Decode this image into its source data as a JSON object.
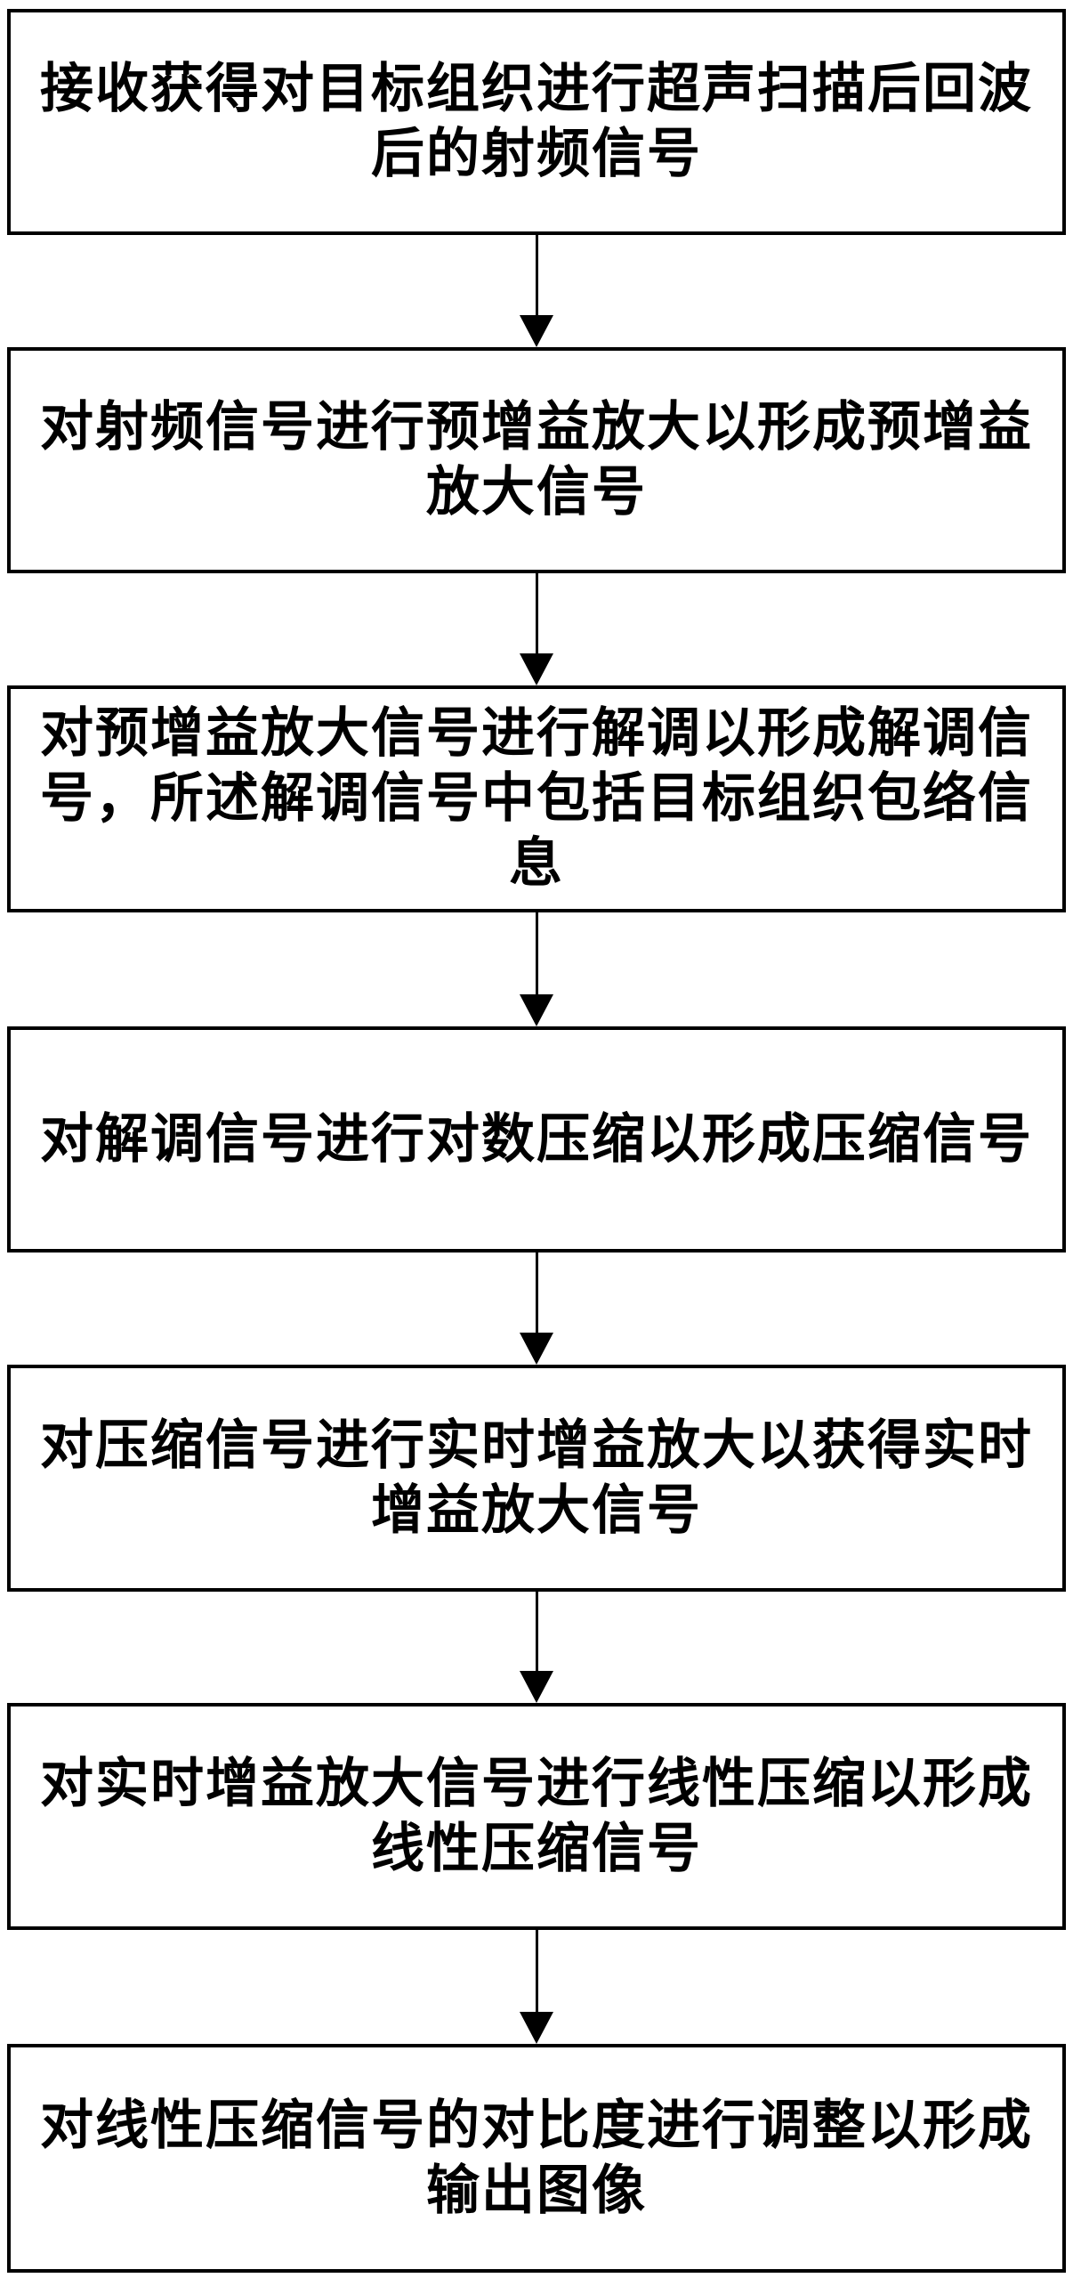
{
  "diagram": {
    "type": "flowchart",
    "direction": "top-down",
    "colors": {
      "background": "#ffffff",
      "stroke": "#000000",
      "text": "#000000"
    },
    "steps": [
      {
        "full_text": "接收获得对目标组织进行超声扫描后回波后的射频信号",
        "lines": [
          "接收获得对目标组织进行超声扫描后回波",
          "后的射频信号"
        ]
      },
      {
        "full_text": "对射频信号进行预增益放大以形成预增益放大信号",
        "lines": [
          "对射频信号进行预增益放大以形成预增益",
          "放大信号"
        ]
      },
      {
        "full_text": "对预增益放大信号进行解调以形成解调信号，所述解调信号中包括目标组织包络信息",
        "lines": [
          "对预增益放大信号进行解调以形成解调信",
          "号，所述解调信号中包括目标组织包络信",
          "息"
        ]
      },
      {
        "full_text": "对解调信号进行对数压缩以形成压缩信号",
        "lines": [
          "对解调信号进行对数压缩以形成压缩信号"
        ]
      },
      {
        "full_text": "对压缩信号进行实时增益放大以获得实时增益放大信号",
        "lines": [
          "对压缩信号进行实时增益放大以获得实时",
          "增益放大信号"
        ]
      },
      {
        "full_text": "对实时增益放大信号进行线性压缩以形成线性压缩信号",
        "lines": [
          "对实时增益放大信号进行线性压缩以形成",
          "线性压缩信号"
        ]
      },
      {
        "full_text": "对线性压缩信号的对比度进行调整以形成输出图像",
        "lines": [
          "对线性压缩信号的对比度进行调整以形成",
          "输出图像"
        ]
      }
    ]
  }
}
